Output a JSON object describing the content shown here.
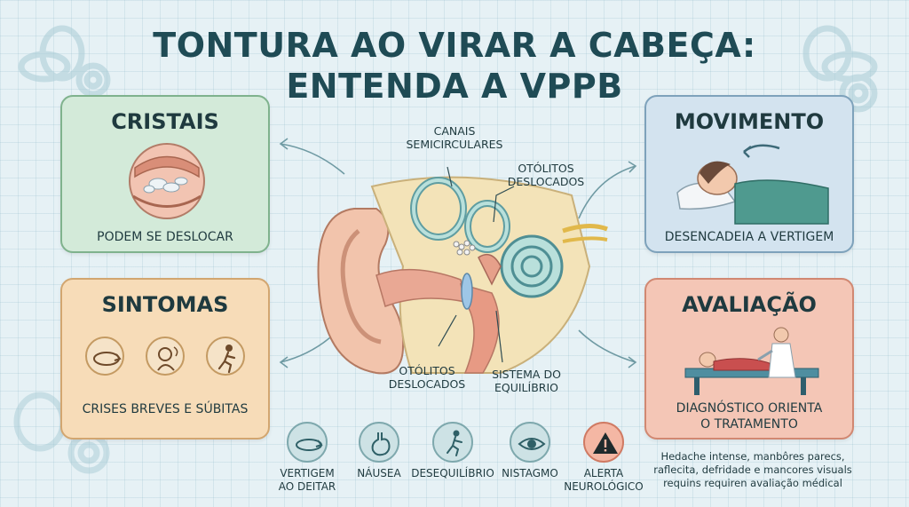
{
  "title": {
    "line1": "TONTURA AO VIRAR A CABEÇA:",
    "line2": "ENTENDA A VPPB"
  },
  "cards": {
    "crystals": {
      "title": "CRISTAIS",
      "caption": "PODEM SE DESLOCAR"
    },
    "movement": {
      "title": "MOVIMENTO",
      "caption": "DESENCADEIA A VERTIGEM"
    },
    "symptoms": {
      "title": "SINTOMAS",
      "caption": "CRISES BREVES E SÚBITAS"
    },
    "evaluation": {
      "title": "AVALIAÇÃO",
      "caption_line1": "DIAGNÓSTICO ORIENTA",
      "caption_line2": "O TRATAMENTO"
    }
  },
  "ear_labels": {
    "canals_line1": "CANAIS",
    "canals_line2": "SEMICIRCULARES",
    "otoliths_top_line1": "OTÓLITOS",
    "otoliths_top_line2": "DESLOCADOS",
    "otoliths_bottom_line1": "OTÓLITOS",
    "otoliths_bottom_line2": "DESLOCADOS",
    "balance_line1": "SISTEMA DO",
    "balance_line2": "EQUILÍBRIO"
  },
  "bottom_items": [
    {
      "label_line1": "VERTIGEM",
      "label_line2": "AO DEITAR",
      "icon": "rotation-icon"
    },
    {
      "label_line1": "NÁUSEA",
      "label_line2": "",
      "icon": "stomach-icon"
    },
    {
      "label_line1": "DESEQUILÍBRIO",
      "label_line2": "",
      "icon": "stumbling-person-icon"
    },
    {
      "label_line1": "NISTAGMO",
      "label_line2": "",
      "icon": "eye-icon"
    },
    {
      "label_line1": "ALERTA",
      "label_line2": "NEUROLÓGICO",
      "icon": "warning-icon"
    }
  ],
  "note": {
    "line1": "Hedache intense, manbôres parecs,",
    "line2": "raflecita, defridade e mancores visuals",
    "line3": "requins requiren avaliação médical"
  },
  "colors": {
    "title": "#1f4b55",
    "crystals_bg": "#d3ead9",
    "movement_bg": "#d3e3ef",
    "symptoms_bg": "#f7dcb8",
    "evaluation_bg": "#f4c6b6",
    "alert": "#e8836b"
  }
}
